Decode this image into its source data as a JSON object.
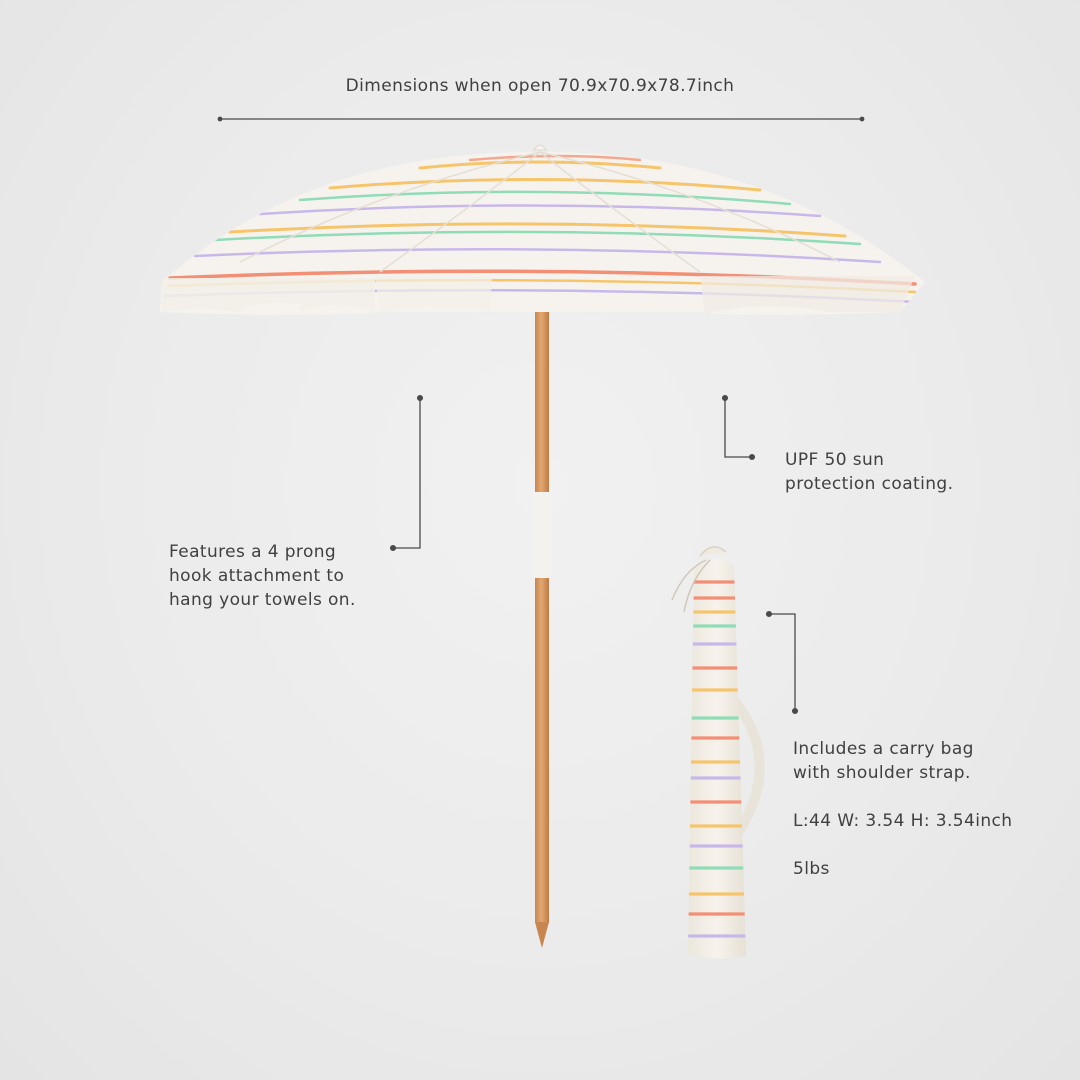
{
  "dimensions_open": "Dimensions when open 70.9x70.9x78.7inch",
  "features": {
    "hook": [
      "Features a 4 prong",
      "hook attachment to",
      "hang your towels on."
    ],
    "upf": [
      "UPF 50 sun",
      "protection coating."
    ],
    "bag": [
      "Includes a carry bag",
      "with shoulder strap."
    ],
    "bag_dimensions": "L:44 W: 3.54 H: 3.54inch",
    "bag_weight": "5lbs"
  },
  "colors": {
    "background": "#ebebeb",
    "canopy": "#f6f3ee",
    "pole": "#d79b62",
    "stripe_coral": "#f28f74",
    "stripe_mint": "#8fdcb6",
    "stripe_yellow": "#f6c56b",
    "stripe_lavender": "#c8b8ea",
    "callout_line": "#4a4a4a"
  }
}
